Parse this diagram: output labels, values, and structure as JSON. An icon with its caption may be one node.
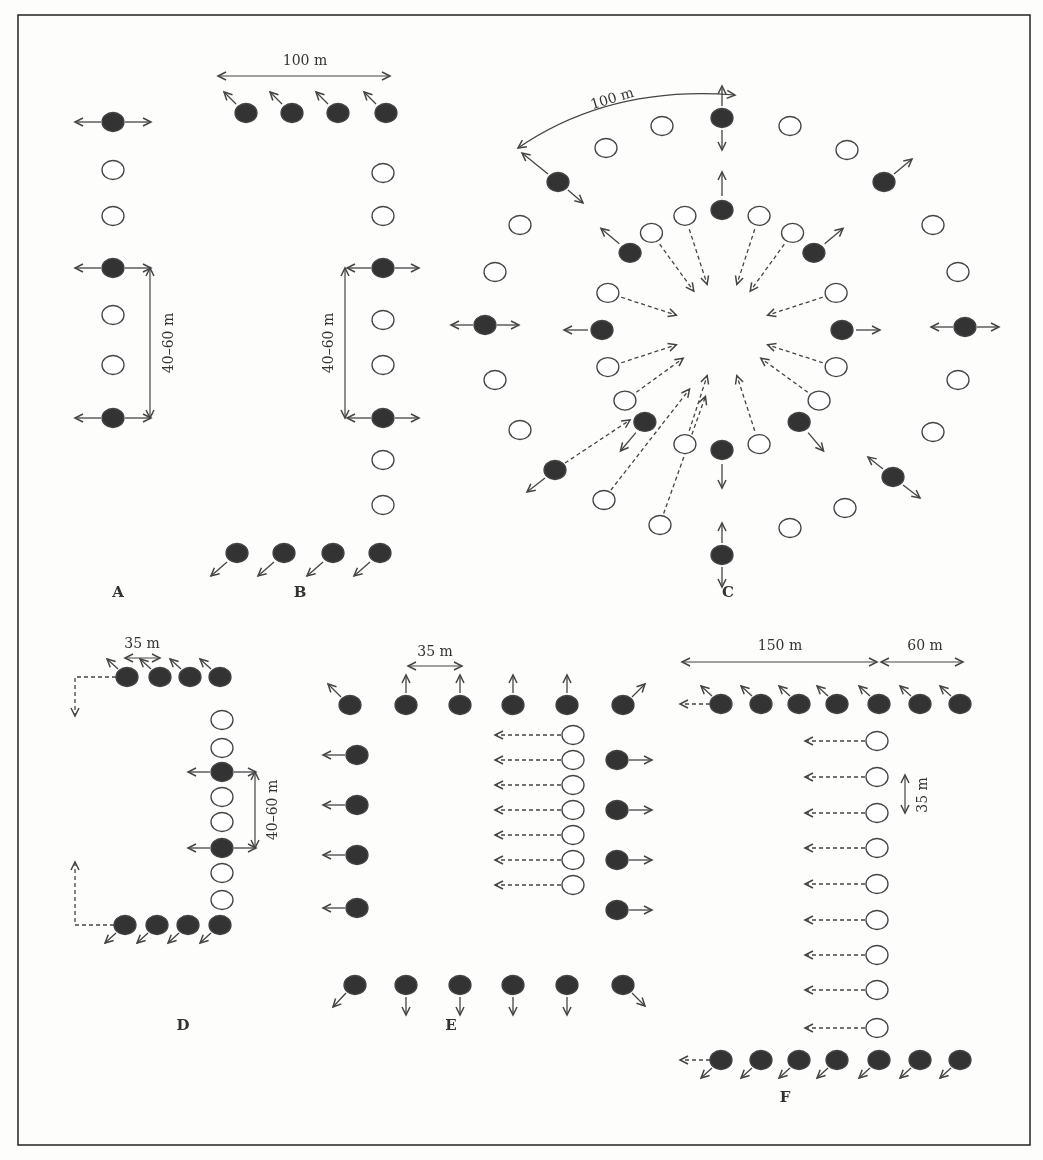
{
  "diagram": {
    "labels": [
      "100 m",
      "100 m",
      "40–60 m",
      "40–60 m",
      "A",
      "B",
      "C",
      "35 m",
      "35 m",
      "150 m",
      "60 m",
      "35 m",
      "40–60 m",
      "D",
      "E",
      "F"
    ]
  }
}
